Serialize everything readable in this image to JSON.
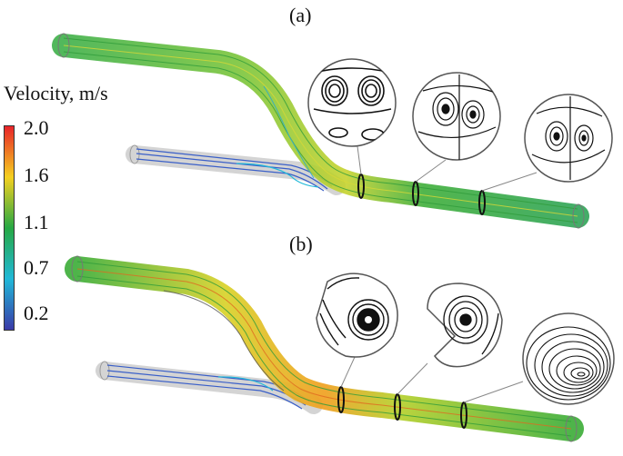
{
  "figure": {
    "panels": [
      {
        "label": "(a)"
      },
      {
        "label": "(b)"
      }
    ],
    "legend": {
      "title": "Velocity, m/s",
      "ticks": [
        "2.0",
        "1.6",
        "1.1",
        "0.7",
        "0.2"
      ],
      "gradient": [
        "#e8242a",
        "#f5d020",
        "#27a844",
        "#21b8d8",
        "#3a3aa8"
      ]
    },
    "colors": {
      "pipe": "#c8c8c8",
      "main_stream": "#3fae3a",
      "inlet_stream": "#3a5fc8",
      "vortex": "#111111"
    }
  }
}
